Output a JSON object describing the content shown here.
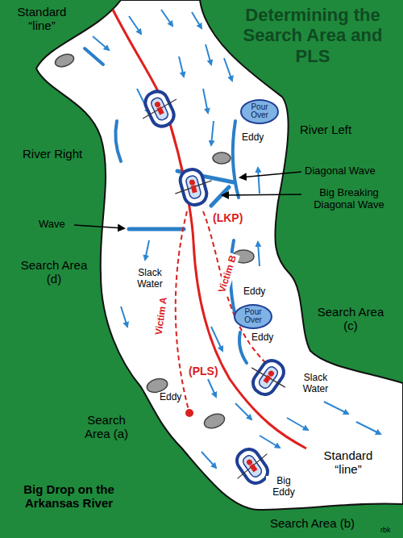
{
  "diagram": {
    "title": "Determining the Search Area and PLS",
    "nodes": [
      {
        "text": [
          "Pour Over"
        ]
      },
      {
        "text": [
          "Pour Over"
        ]
      }
    ],
    "labels": [
      "Standard “line”",
      "River Right",
      "River Left",
      "Eddy",
      "Diagonal Wave",
      "Big Breaking Diagonal Wave",
      "Wave",
      "(LKP)",
      "Search Area (d)",
      "Slack Water",
      "Eddy",
      "Victim B",
      "Eddy",
      "Search Area (c)",
      "Slack Water",
      "Victim A",
      "(PLS)",
      "Eddy",
      "Search Area (a)",
      "Big Eddy",
      "Standard “line”",
      "Search Area (b)",
      "Big Drop on the Arkansas River",
      "rbk"
    ]
  }
}
